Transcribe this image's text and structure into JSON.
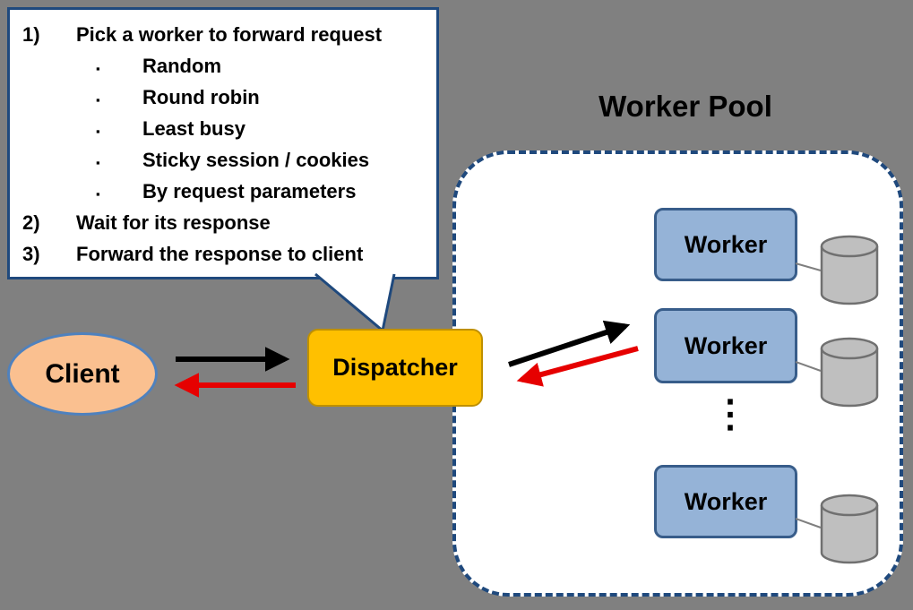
{
  "diagram": {
    "callout": {
      "lines": [
        {
          "marker": "1)",
          "text": "Pick a worker to forward request"
        },
        {
          "marker": "▪",
          "text": "Random"
        },
        {
          "marker": "▪",
          "text": "Round robin"
        },
        {
          "marker": "▪",
          "text": "Least busy"
        },
        {
          "marker": "▪",
          "text": "Sticky session / cookies"
        },
        {
          "marker": "▪",
          "text": "By request parameters"
        },
        {
          "marker": "2)",
          "text": "Wait for its response"
        },
        {
          "marker": "3)",
          "text": "Forward the response to client"
        }
      ]
    },
    "client": {
      "label": "Client"
    },
    "dispatcher": {
      "label": "Dispatcher"
    },
    "worker_pool": {
      "title": "Worker Pool",
      "workers": [
        "Worker",
        "Worker",
        "Worker"
      ],
      "ellipsis": "⋮"
    },
    "colors": {
      "background": "#808080",
      "callout_border": "#1F497D",
      "client_fill": "#FAC090",
      "client_border": "#4F81BD",
      "dispatcher_fill": "#FFC000",
      "worker_fill": "#95B3D7",
      "worker_border": "#385D8A",
      "pool_border": "#1F497D",
      "cylinder_fill": "#BFBFBF",
      "request_arrow": "#000000",
      "response_arrow": "#E60000"
    }
  }
}
